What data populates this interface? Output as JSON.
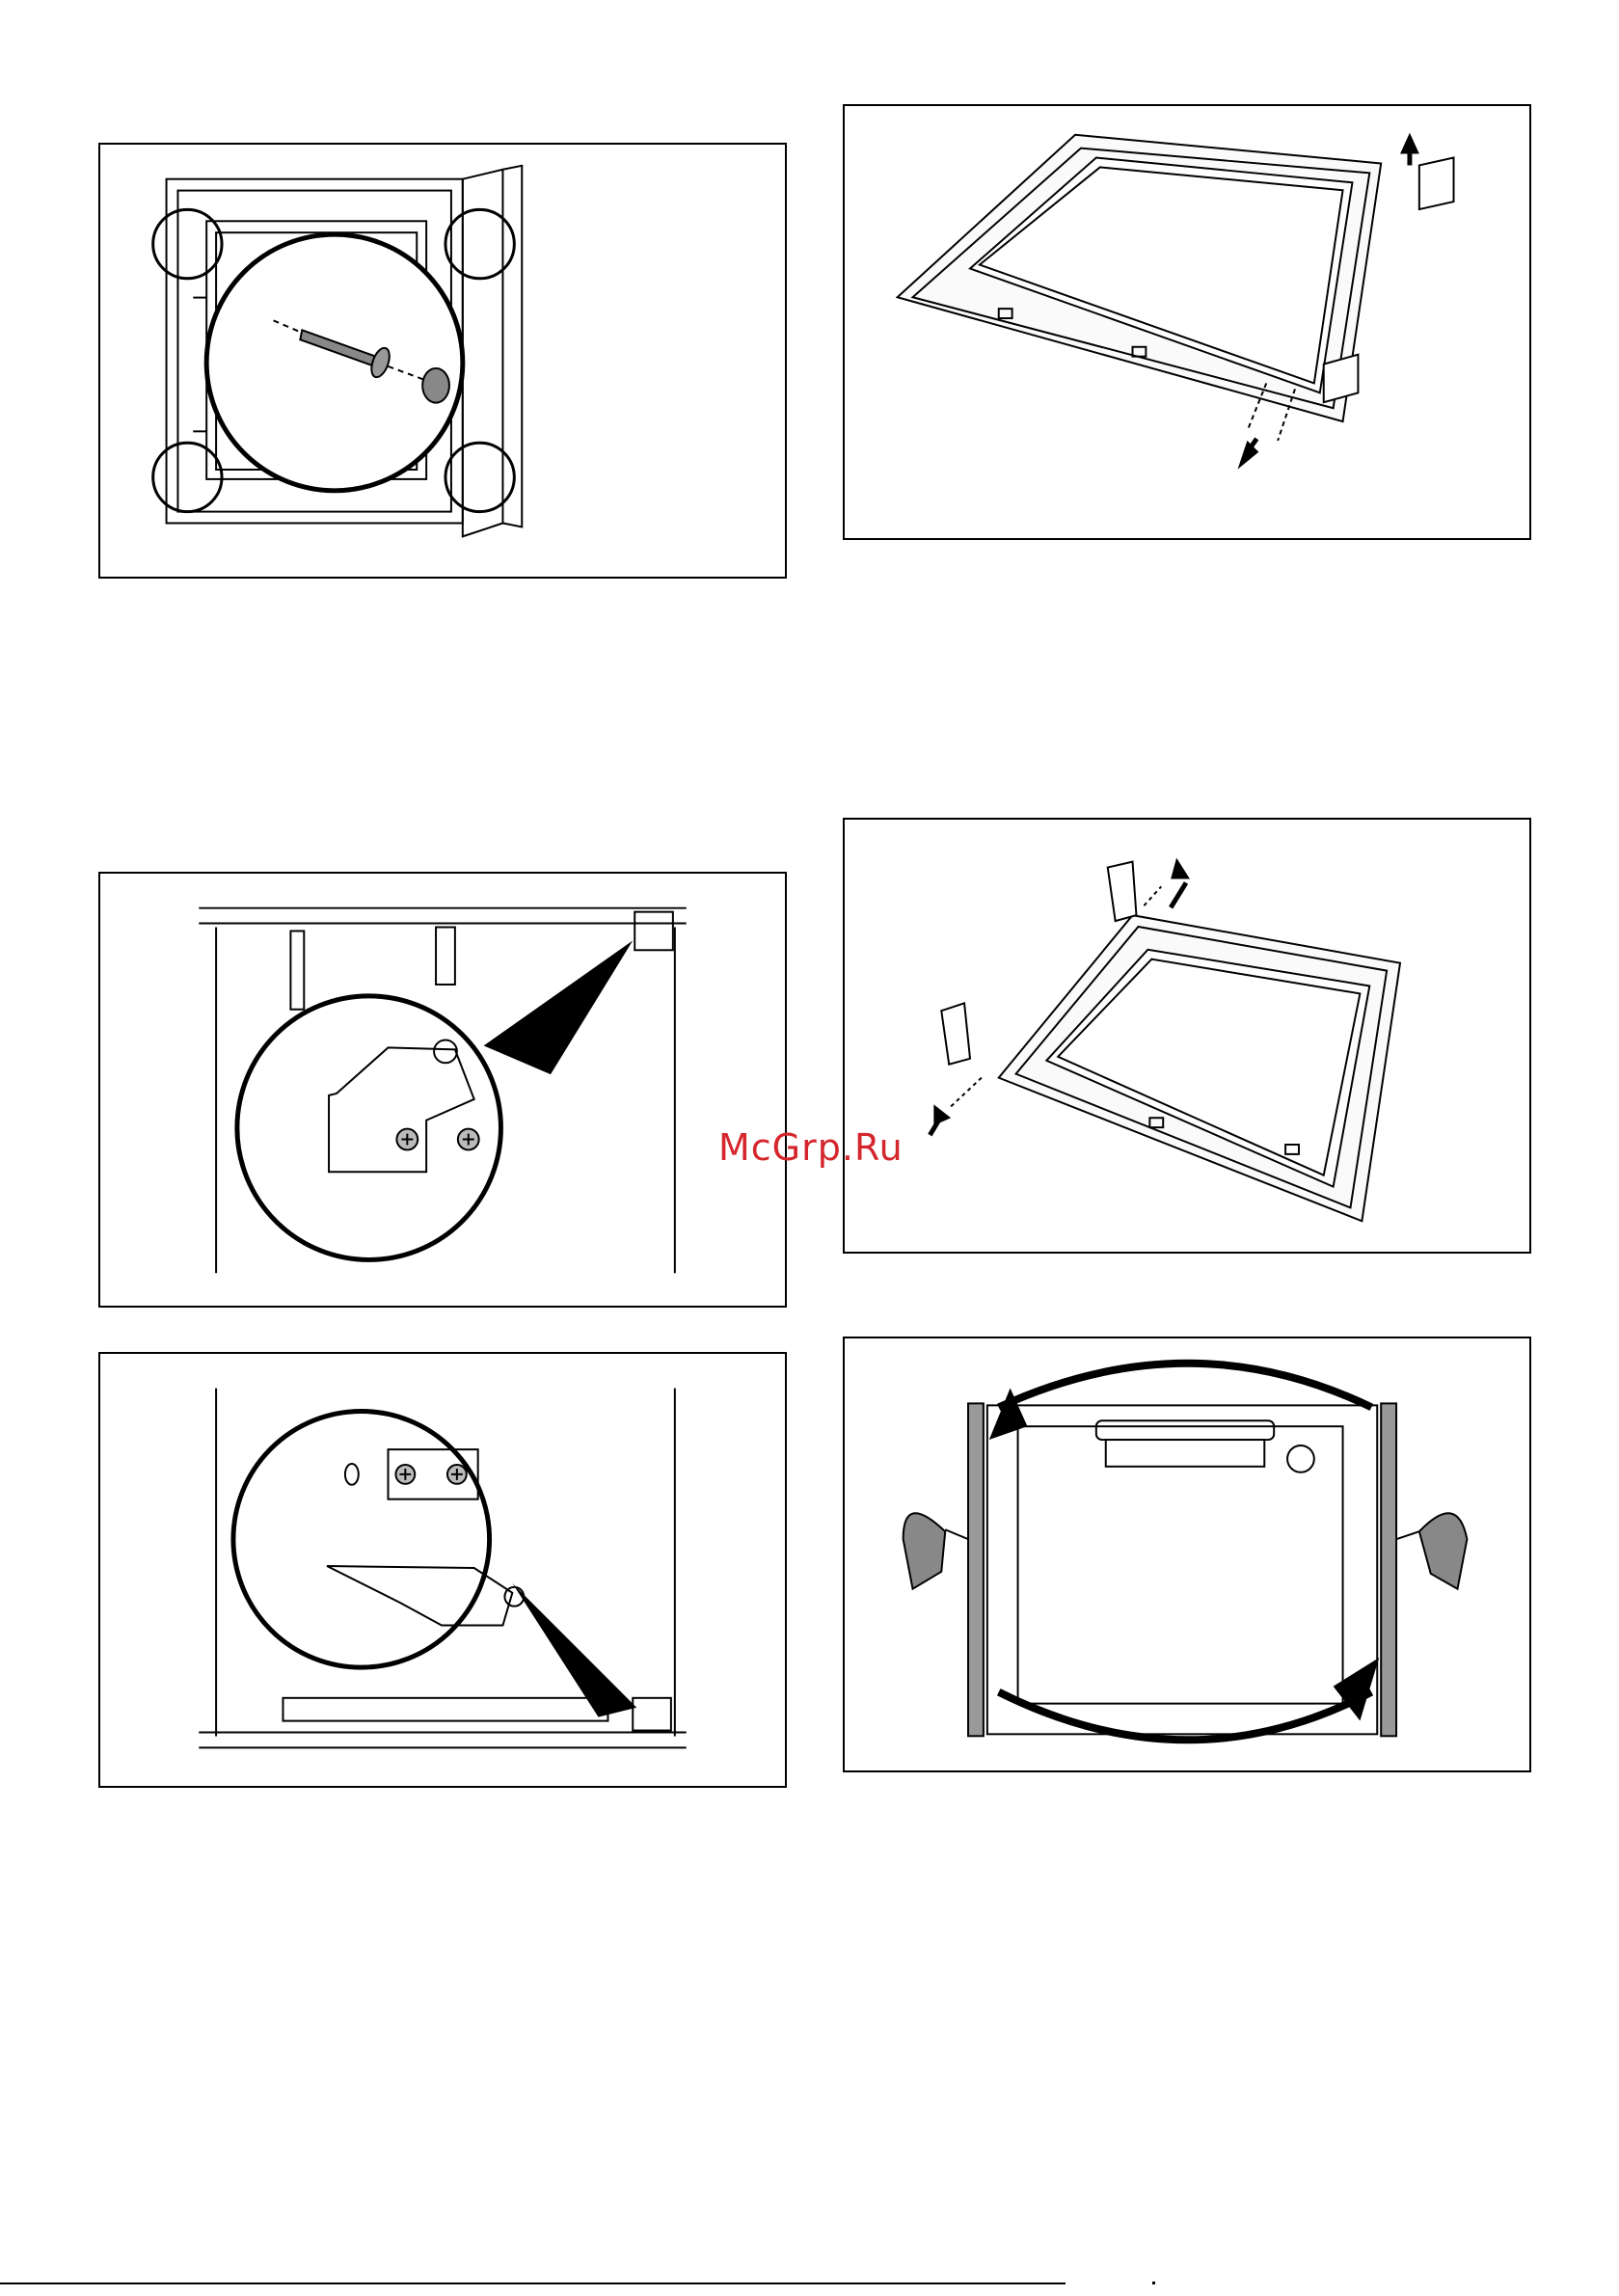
{
  "watermark": {
    "text": "McGrp.Ru",
    "color": "#d4262c"
  },
  "figures": [
    {
      "id": "fig-1",
      "depicts": "oven-front-four-corner-screws"
    },
    {
      "id": "fig-2",
      "depicts": "door-hinge-removal"
    },
    {
      "id": "fig-3",
      "depicts": "top-hinge-bracket-screws"
    },
    {
      "id": "fig-4",
      "depicts": "door-hinge-mounting"
    },
    {
      "id": "fig-5",
      "depicts": "bottom-hinge-bracket-screws"
    },
    {
      "id": "fig-6",
      "depicts": "door-reversal-rotation"
    }
  ]
}
